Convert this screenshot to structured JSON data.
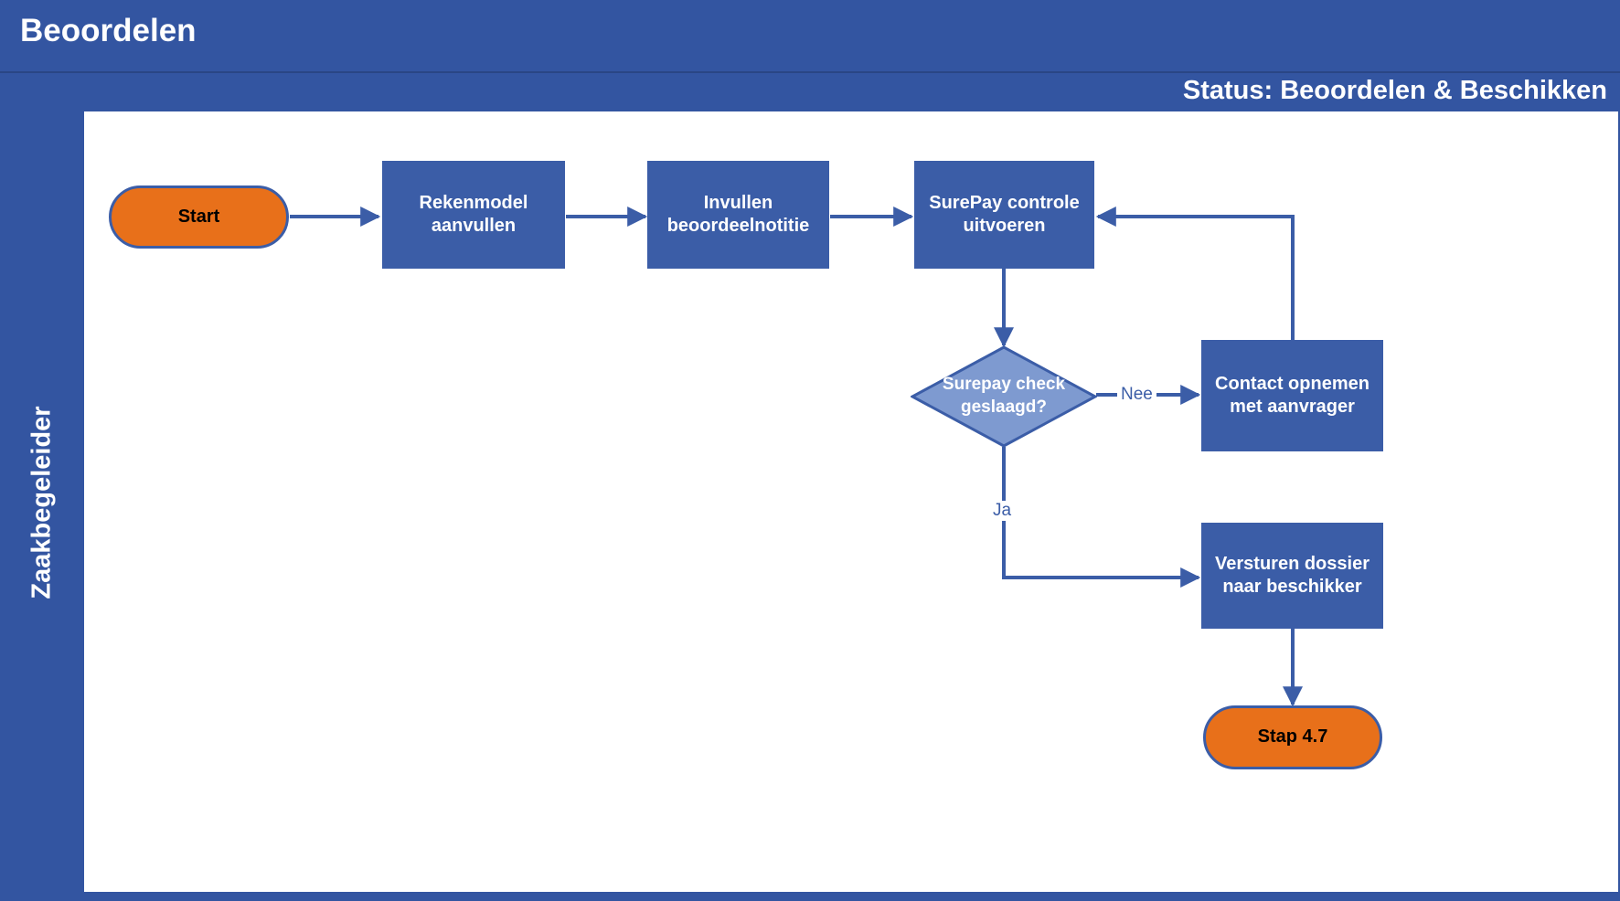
{
  "header": {
    "title": "Beoordelen",
    "status_label": "Status: Beoordelen & Beschikken"
  },
  "lane": {
    "label": "Zaakbegeleider"
  },
  "colors": {
    "band_blue": "#3355A1",
    "process_blue": "#3B5DA7",
    "decision_blue": "#7E9AD0",
    "terminator_orange": "#E8701A",
    "connector_blue": "#3B5DA7",
    "text_on_blue": "#FFFFFF",
    "text_on_orange": "#000000"
  },
  "flow": {
    "nodes": [
      {
        "id": "start",
        "type": "terminator",
        "label": "Start"
      },
      {
        "id": "rekenmodel",
        "type": "process",
        "label": "Rekenmodel\naanvullen"
      },
      {
        "id": "notitie",
        "type": "process",
        "label": "Invullen\nbeoordeelnotitie"
      },
      {
        "id": "surepay",
        "type": "process",
        "label": "SurePay controle\nuitvoeren"
      },
      {
        "id": "check",
        "type": "decision",
        "label": "Surepay check\ngeslaagd?"
      },
      {
        "id": "contact",
        "type": "process",
        "label": "Contact opnemen\nmet aanvrager"
      },
      {
        "id": "versturen",
        "type": "process",
        "label": "Versturen dossier\nnaar beschikker"
      },
      {
        "id": "stap47",
        "type": "terminator",
        "label": "Stap 4.7"
      }
    ],
    "edges": [
      {
        "from": "start",
        "to": "rekenmodel",
        "label": ""
      },
      {
        "from": "rekenmodel",
        "to": "notitie",
        "label": ""
      },
      {
        "from": "notitie",
        "to": "surepay",
        "label": ""
      },
      {
        "from": "surepay",
        "to": "check",
        "label": ""
      },
      {
        "from": "check",
        "to": "contact",
        "label": "Nee"
      },
      {
        "from": "contact",
        "to": "surepay",
        "label": ""
      },
      {
        "from": "check",
        "to": "versturen",
        "label": "Ja"
      },
      {
        "from": "versturen",
        "to": "stap47",
        "label": ""
      }
    ],
    "edge_labels": {
      "nee": "Nee",
      "ja": "Ja"
    }
  }
}
